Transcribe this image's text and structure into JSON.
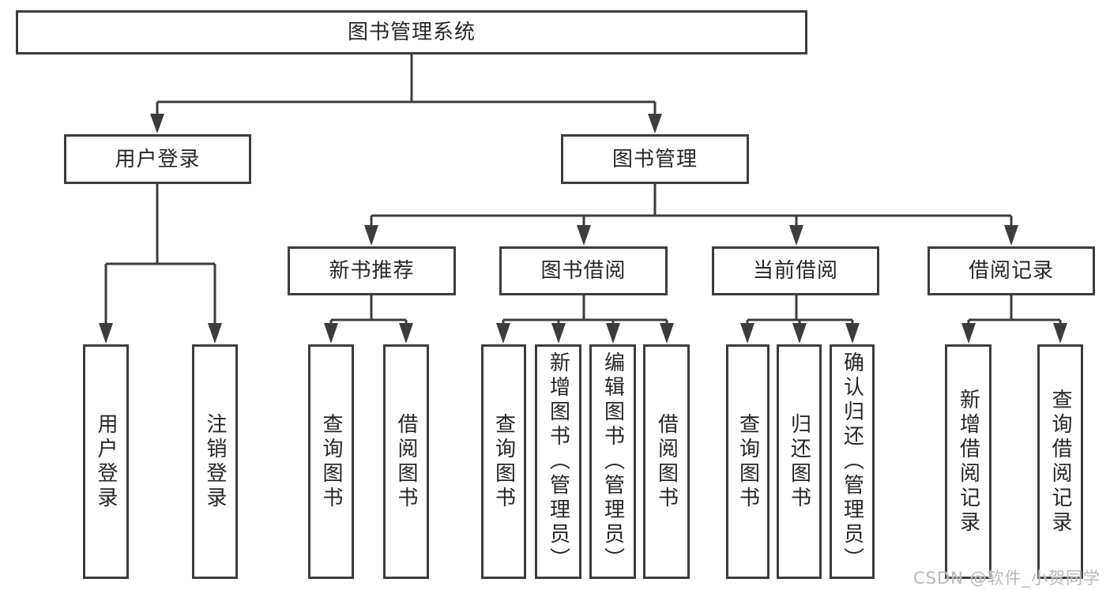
{
  "diagram": {
    "title_node": {
      "label": "图书管理系统"
    },
    "level2": [
      {
        "label": "用户登录"
      },
      {
        "label": "图书管理"
      }
    ],
    "level3": [
      {
        "label": "新书推荐"
      },
      {
        "label": "图书借阅"
      },
      {
        "label": "当前借阅"
      },
      {
        "label": "借阅记录"
      }
    ],
    "leaves": [
      {
        "label": "用户登录",
        "parent": "用户登录"
      },
      {
        "label": "注销登录",
        "parent": "用户登录"
      },
      {
        "label": "查询图书",
        "parent": "新书推荐"
      },
      {
        "label": "借阅图书",
        "parent": "新书推荐"
      },
      {
        "label": "查询图书",
        "parent": "图书借阅"
      },
      {
        "label": "新增图书（管理员）",
        "parent": "图书借阅"
      },
      {
        "label": "编辑图书（管理员）",
        "parent": "图书借阅"
      },
      {
        "label": "借阅图书",
        "parent": "图书借阅"
      },
      {
        "label": "查询图书",
        "parent": "当前借阅"
      },
      {
        "label": "归还图书",
        "parent": "当前借阅"
      },
      {
        "label": "确认归还（管理员）",
        "parent": "当前借阅"
      },
      {
        "label": "新增借阅记录",
        "parent": "借阅记录"
      },
      {
        "label": "查询借阅记录",
        "parent": "借阅记录"
      }
    ]
  },
  "watermark": {
    "text": "CSDN @软件_小贺同学"
  },
  "colors": {
    "line": "#3c3c3c",
    "text": "#262626",
    "watermark": "#b9b9b9",
    "background": "#ffffff"
  }
}
